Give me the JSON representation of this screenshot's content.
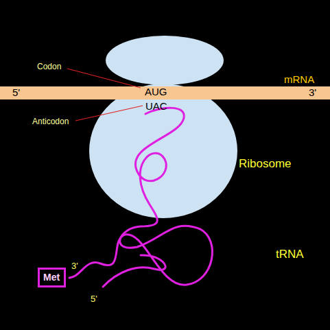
{
  "diagram": {
    "nodes": [
      {
        "text": [
          "Ribosome"
        ]
      },
      {
        "text": [
          "5'",
          "AUG",
          "mRNA",
          "3'"
        ]
      },
      {
        "text": [
          "Met"
        ]
      }
    ],
    "labels": [
      "Codon",
      "UAC",
      "Anticodon",
      "tRNA",
      "3'",
      "5'"
    ]
  }
}
